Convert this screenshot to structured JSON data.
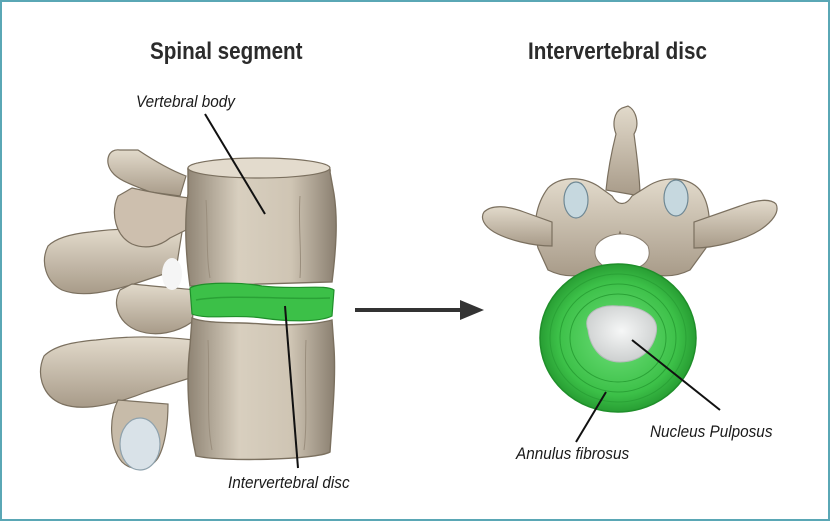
{
  "panels": {
    "left": {
      "title": "Spinal segment",
      "labels": {
        "vertebral_body": "Vertebral body",
        "intervertebral_disc": "Intervertebral disc"
      }
    },
    "right": {
      "title": "Intervertebral disc",
      "labels": {
        "nucleus_pulposus": "Nucleus Pulposus",
        "annulus_fibrosus": "Annulus fibrosus"
      }
    }
  },
  "colors": {
    "frame_border": "#5aa7b5",
    "bone": "#d6cdbd",
    "bone_shadow": "#9d9080",
    "bone_dark": "#6e6457",
    "disc_green": "#3cc048",
    "disc_green_dark": "#229a2e",
    "nucleus": "#e4e6e6",
    "arrow": "#333333"
  }
}
